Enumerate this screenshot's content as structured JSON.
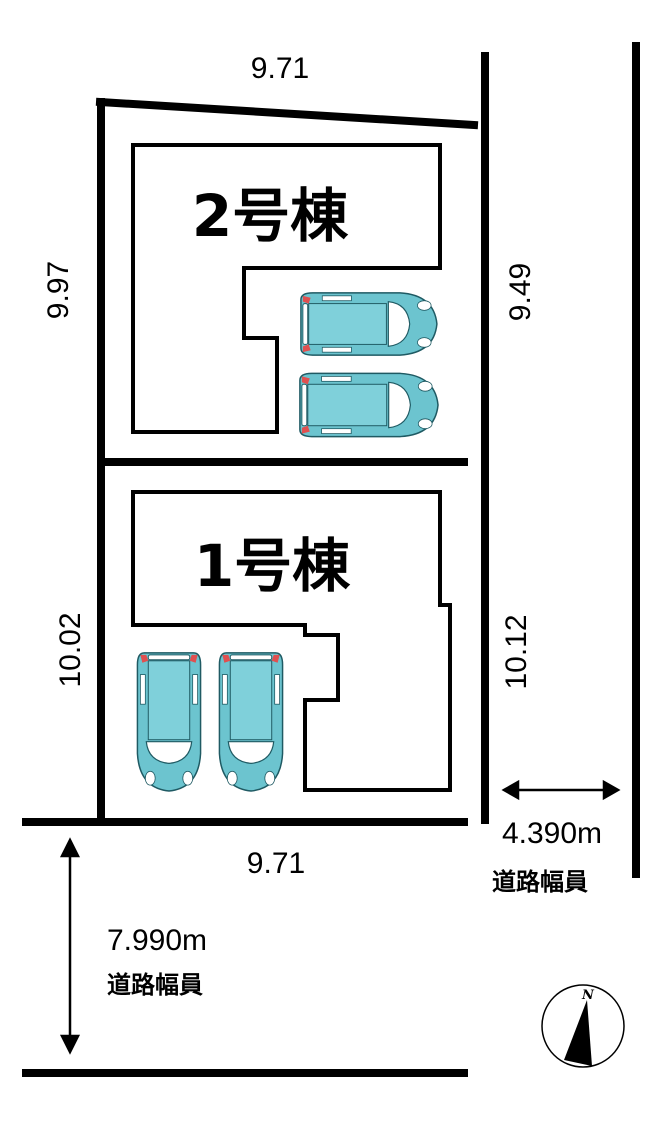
{
  "plan": {
    "top_length": "9.71",
    "bottom_length": "9.71",
    "left_upper_length": "9.97",
    "left_lower_length": "10.02",
    "right_upper_length": "9.49",
    "right_lower_length": "10.12",
    "building_2": "2号棟",
    "building_1": "1号棟",
    "side_road_width": "4.390m",
    "side_road_label": "道路幅員",
    "front_road_width": "7.990m",
    "front_road_label": "道路幅員",
    "compass_label": "N"
  },
  "colors": {
    "car_body": "#6cc4cf",
    "car_light": "#e05050",
    "line": "#000000"
  }
}
